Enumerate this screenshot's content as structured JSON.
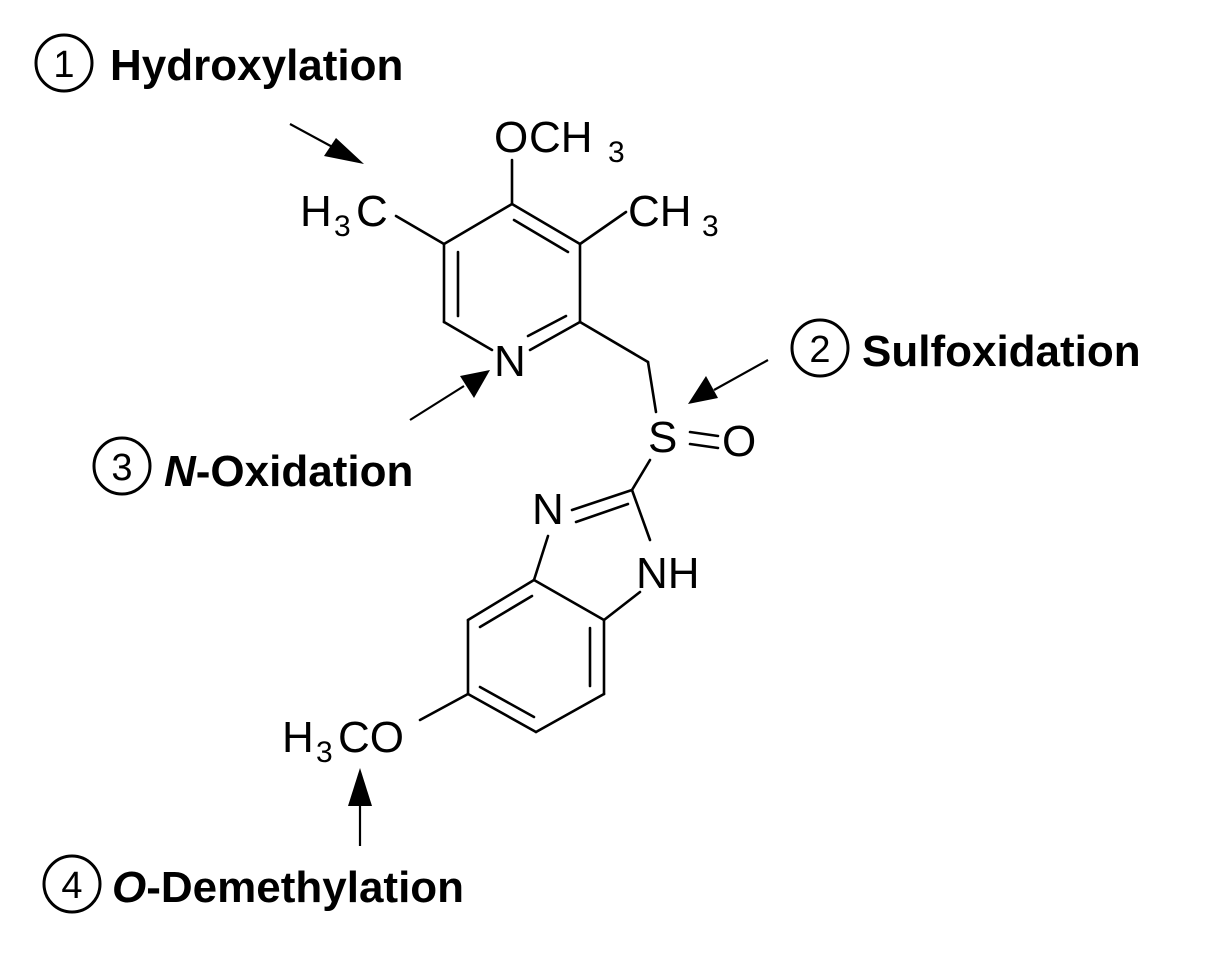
{
  "atoms": {
    "o_methoxy": "O",
    "c_methoxy": "CH",
    "sub_methoxy": "3",
    "h_left": "H",
    "sub_left": "3",
    "c_left": "C",
    "c_right": "CH",
    "sub_right": "3",
    "n_pyridine": "N",
    "sulfur": "S",
    "oxygen": "O",
    "n_imid": "N",
    "nh_imid": "NH",
    "h_ether": "H",
    "sub_ether": "3",
    "co_ether": "CO"
  },
  "labels": [
    {
      "number": "1",
      "prefix": "",
      "text": "Hydroxylation"
    },
    {
      "number": "2",
      "prefix": "",
      "text": "Sulfoxidation"
    },
    {
      "number": "3",
      "prefix": "N",
      "text": "-Oxidation"
    },
    {
      "number": "4",
      "prefix": "O",
      "text": "-Demethylation"
    }
  ]
}
